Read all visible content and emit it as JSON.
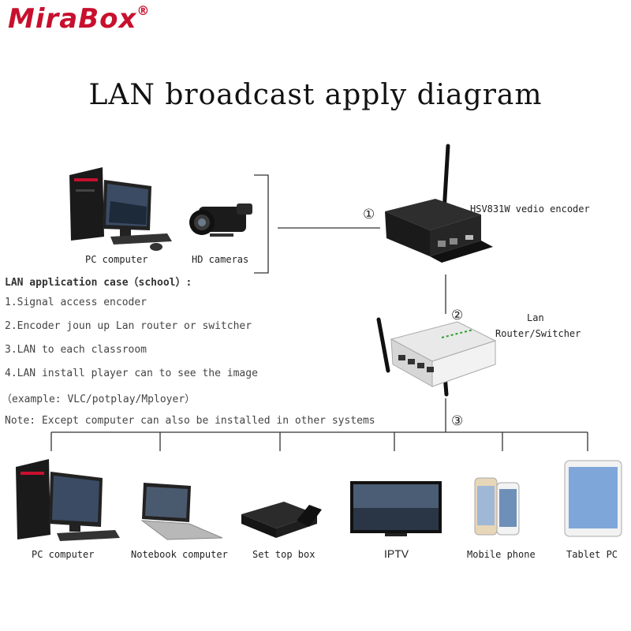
{
  "brand": {
    "logo": "MiraBox",
    "mark": "®"
  },
  "title": "LAN broadcast apply diagram",
  "sources": [
    {
      "label": "PC computer"
    },
    {
      "label": "HD cameras"
    }
  ],
  "encoder": {
    "label": "HSV831W vedio encoder",
    "step": "①"
  },
  "router": {
    "label_line1": "Lan",
    "label_line2": "Router/Switcher",
    "step": "②"
  },
  "distribution_step": "③",
  "notes": {
    "heading": "LAN application case（school）:",
    "steps": [
      "1.Signal access encoder",
      "2.Encoder joun up Lan router or switcher",
      "3.LAN to each classroom",
      "4.LAN install player can to see the image",
      "（example: VLC/potplay/Mployer）"
    ],
    "note": "Note: Except computer can also be installed in other systems"
  },
  "endpoints": [
    {
      "label": "PC computer"
    },
    {
      "label": "Notebook computer"
    },
    {
      "label": "Set top box"
    },
    {
      "label": "IPTV"
    },
    {
      "label": "Mobile phone"
    },
    {
      "label": "Tablet PC"
    }
  ]
}
